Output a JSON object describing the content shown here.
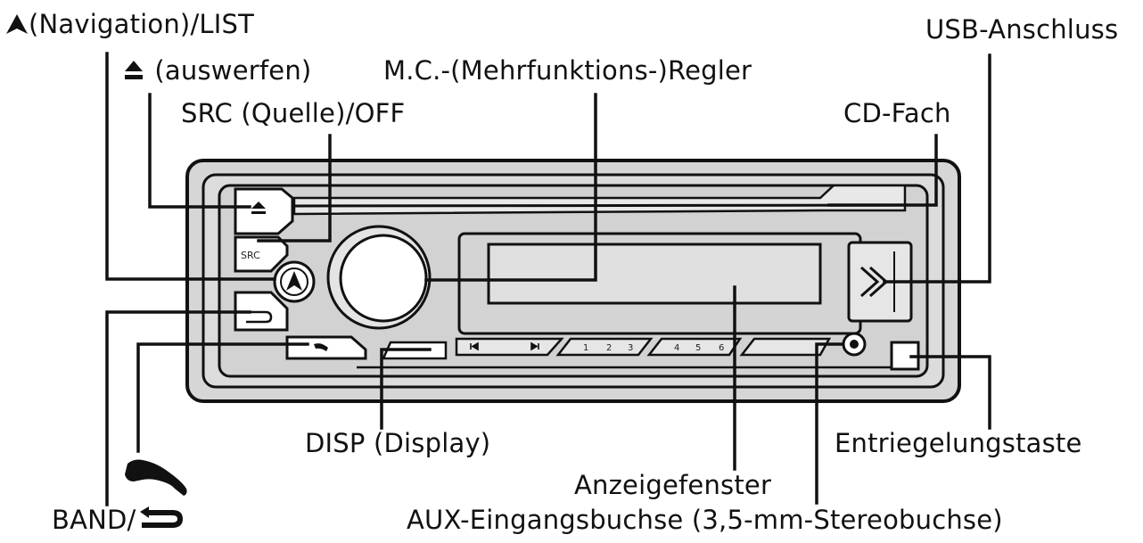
{
  "labels": {
    "navigation_list": "(Navigation)/LIST",
    "eject": "(auswerfen)",
    "src_off": "SRC (Quelle)/OFF",
    "mc_regler": "M.C.-(Mehrfunktions-)Regler",
    "usb": "USB-Anschluss",
    "cd_fach": "CD-Fach",
    "disp": "DISP (Display)",
    "entriegelung": "Entriegelungstaste",
    "anzeigefenster": "Anzeigefenster",
    "aux": "AUX-Eingangsbuchse (3,5-mm-Stereobuchse)",
    "band": "BAND/"
  },
  "device": {
    "button_src": "SRC",
    "preset_buttons": [
      "1",
      "2",
      "3",
      "4",
      "5",
      "6"
    ]
  },
  "icons": [
    "navigation-arrow-icon",
    "eject-icon",
    "phone-handset-icon",
    "back-arrow-icon",
    "track-prev-icon",
    "track-next-icon"
  ],
  "colors": {
    "line": "#111111",
    "body": "#d9d9d9",
    "body_dark": "#cfcfcf",
    "knob": "#ffffff"
  }
}
